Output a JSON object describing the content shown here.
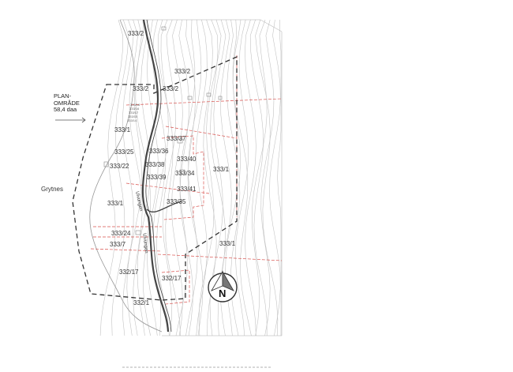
{
  "plan_label": {
    "line1": "PLAN-",
    "line2": "OMRÅDE",
    "area": "58,4 daa"
  },
  "place_name": "Grytnes",
  "road_names": [
    "Ulvungen",
    "Ulvungen"
  ],
  "parcels": {
    "p1": "333/2",
    "p2": "333/2",
    "p3": "333/2",
    "p4": "333/2",
    "p5": "333/1",
    "p6": "333/25",
    "p7": "333/22",
    "p8": "333/36",
    "p9": "333/37",
    "p10": "333/38",
    "p11": "333/40",
    "p12": "333/39",
    "p13": "333/34",
    "p14": "333/41",
    "p15": "333/35",
    "p16": "333/1",
    "p17": "333/1",
    "p18": "333/24",
    "p19": "333/7",
    "p20": "333/1",
    "p21": "332/17",
    "p22": "332/17",
    "p23": "332/1"
  },
  "small_labels": [
    "333/18",
    "333/16",
    "333/17",
    "333/15",
    "333/14"
  ],
  "north_arrow": {
    "letter": "N",
    "icon": "north-arrow-icon"
  },
  "colors": {
    "contour": "#b9b9b9",
    "boundary": "#d9534f",
    "plan_border": "#333333",
    "road": "#555555"
  }
}
